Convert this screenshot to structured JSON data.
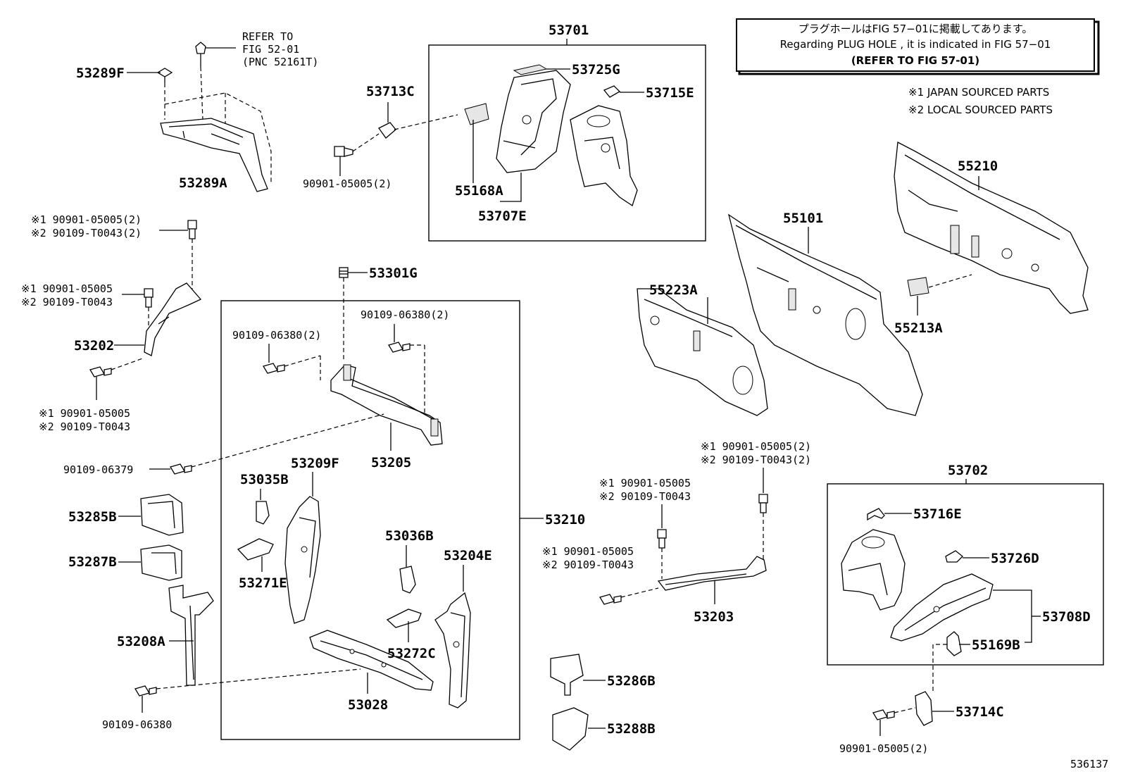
{
  "note": {
    "line1": "プラグホールはFIG 57−01に掲載してあります。",
    "line2": "Regarding PLUG HOLE , it is indicated in FIG 57−01",
    "line3": "(REFER TO FIG 57-01)"
  },
  "legend": {
    "japan": "※1 JAPAN SOURCED PARTS",
    "local": "※2 LOCAL SOURCED PARTS"
  },
  "refer": {
    "line1": "REFER TO",
    "line2": "FIG 52-01",
    "line3": "(PNC 52161T)"
  },
  "labels": {
    "p53289F": "53289F",
    "p53289A": "53289A",
    "p53713C": "53713C",
    "p90901_05005_2a": "90901-05005(2)",
    "p53701": "53701",
    "p53725G": "53725G",
    "p53715E": "53715E",
    "p55168A": "55168A",
    "p53707E": "53707E",
    "p55210": "55210",
    "p55101": "55101",
    "p55223A": "55223A",
    "p55213A": "55213A",
    "b1_1": "※1 90901-05005(2)",
    "b1_2": "※2 90109-T0043(2)",
    "b2_1": "※1 90901-05005",
    "b2_2": "※2 90109-T0043",
    "p53202": "53202",
    "b3_1": "※1 90901-05005",
    "b3_2": "※2 90109-T0043",
    "p53301G": "53301G",
    "p90109_06380_2a": "90109-06380(2)",
    "p90109_06380_2b": "90109-06380(2)",
    "p53205": "53205",
    "p90109_06379": "90109-06379",
    "p53035B": "53035B",
    "p53209F": "53209F",
    "p53210": "53210",
    "p53285B": "53285B",
    "p53287B": "53287B",
    "p53271E": "53271E",
    "p53036B": "53036B",
    "p53204E": "53204E",
    "p53272C": "53272C",
    "p53208A": "53208A",
    "p53028": "53028",
    "p90109_06380": "90109-06380",
    "b4_1": "※1 90901-05005(2)",
    "b4_2": "※2 90109-T0043(2)",
    "b5_1": "※1 90901-05005",
    "b5_2": "※2 90109-T0043",
    "b6_1": "※1 90901-05005",
    "b6_2": "※2 90109-T0043",
    "p53203": "53203",
    "p53286B": "53286B",
    "p53288B": "53288B",
    "p53702": "53702",
    "p53716E": "53716E",
    "p53726D": "53726D",
    "p53708D": "53708D",
    "p55169B": "55169B",
    "p53714C": "53714C",
    "p90901_05005_2b": "90901-05005(2)",
    "figno": "536137"
  }
}
